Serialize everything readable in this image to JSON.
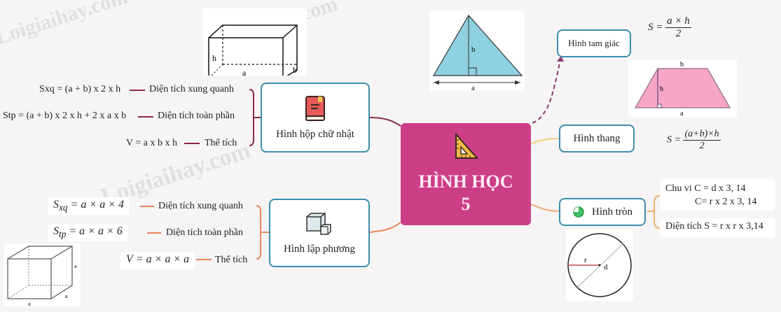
{
  "title": {
    "line1": "HÌNH HỌC",
    "line2": "5",
    "icon": "set-square-icon"
  },
  "watermark": "Loigiaihay.com",
  "colors": {
    "center": "#cc3f88",
    "node_border": "#3b8eae",
    "branch_box": "#8b2a45",
    "branch_cube": "#e8855a",
    "branch_triangle": "#8b3a6a",
    "branch_trap": "#f0d27a",
    "branch_circle": "#f0b070"
  },
  "box": {
    "label": "Hình hộp chữ nhật",
    "icon": "book-icon",
    "figure_labels": {
      "h": "h",
      "a": "a",
      "b": "b"
    },
    "items": [
      {
        "formula": "Sxq = (a + b) x 2 x h",
        "name": "Diện tích xung quanh"
      },
      {
        "formula": "Stp = (a + b) x 2 x h + 2 x a x b",
        "name": "Diện tích toàn phần"
      },
      {
        "formula": "V = a x b x h",
        "name": "Thể tích"
      }
    ]
  },
  "cube": {
    "label": "Hình lập phương",
    "icon": "cube-icon",
    "figure_labels": {
      "a": "a"
    },
    "items": [
      {
        "formula_main": "S",
        "formula_sub": "xq",
        "formula_rest": " = a × a × 4",
        "name": "Diện tích xung quanh"
      },
      {
        "formula_main": "S",
        "formula_sub": "tp",
        "formula_rest": " = a × a × 6",
        "name": "Diện tích toàn phần"
      },
      {
        "formula_main": "V",
        "formula_sub": "",
        "formula_rest": " = a × a × a",
        "name": "Thể tích"
      }
    ]
  },
  "triangle": {
    "label": "Hình tam giác",
    "formula": {
      "lhs": "S =",
      "num": "a × h",
      "den": "2"
    },
    "figure_labels": {
      "a": "a",
      "b": "b"
    }
  },
  "trapezoid": {
    "label": "Hình thang",
    "formula": {
      "lhs": "S =",
      "num": "(a+b)×h",
      "den": "2"
    },
    "figure_labels": {
      "a": "a",
      "b": "b",
      "h": "h"
    }
  },
  "circle": {
    "label": "Hình tròn",
    "icon": "pie-icon",
    "perimeter_line1": "Chu vi C = d x 3, 14",
    "perimeter_line2": "C= r x 2 x 3, 14",
    "area": "Diện tích S = r x r x 3,14",
    "figure_labels": {
      "r": "r",
      "d": "d"
    }
  }
}
